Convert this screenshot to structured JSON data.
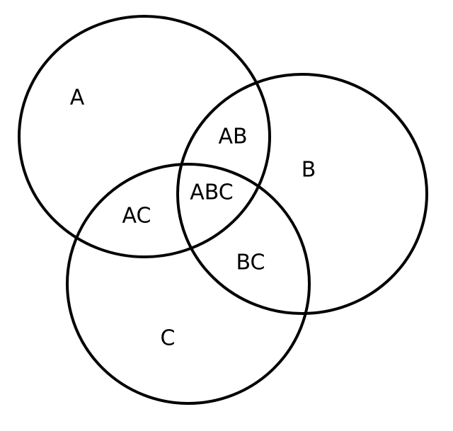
{
  "diagram": {
    "type": "venn",
    "line_color": "#000000",
    "background": "#ffffff",
    "sets": [
      "A",
      "B",
      "C"
    ],
    "regions": {
      "a": "A",
      "b": "B",
      "c": "C",
      "ab": "AB",
      "ac": "AC",
      "bc": "BC",
      "abc": "ABC"
    }
  }
}
